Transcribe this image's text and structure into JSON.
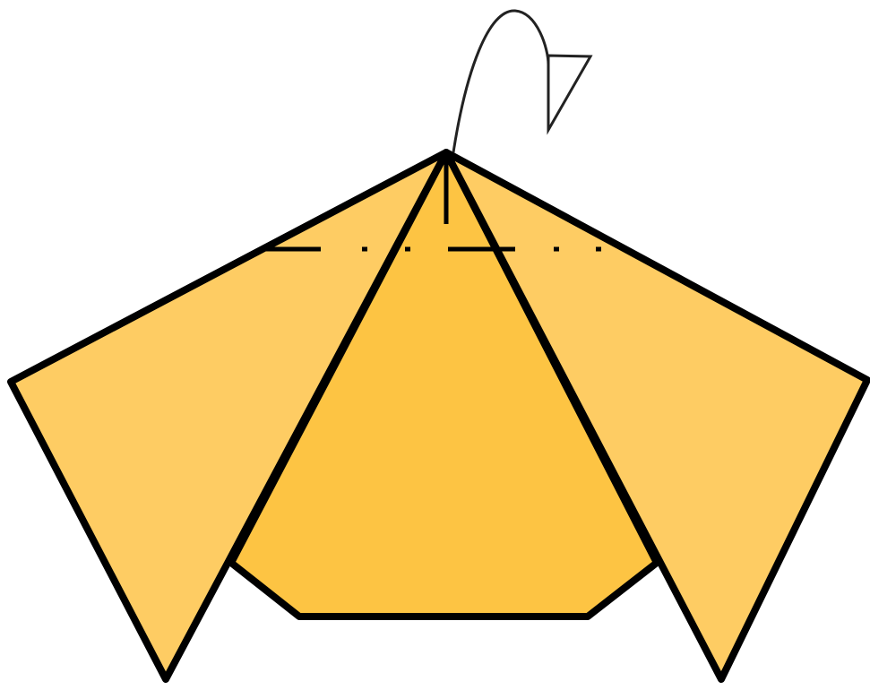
{
  "diagram": {
    "subject": "origami-fold-step",
    "colors": {
      "background": "#ffffff",
      "outline": "#000000",
      "center_paper": "#fdc443",
      "side_flaps": "#fecc63",
      "arrow_line": "#222222"
    },
    "folds": [
      {
        "type": "mountain-fold-line",
        "style": "dash-dot"
      },
      {
        "type": "crease",
        "style": "short-vertical"
      }
    ],
    "arrow": {
      "type": "fold-behind-arrow",
      "icon": "curved-arrow-icon"
    }
  }
}
